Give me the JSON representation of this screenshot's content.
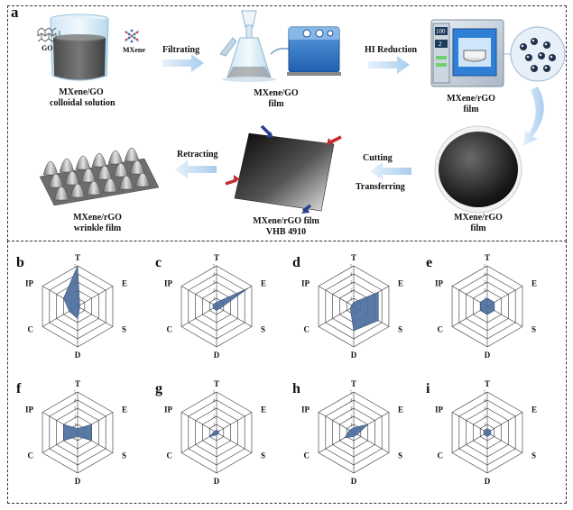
{
  "panel_a": {
    "letter": "a",
    "solution": {
      "go_label": "GO",
      "mxene_label": "MXene",
      "caption_line1": "MXene/GO",
      "caption_line2": "colloidal solution"
    },
    "step_filtrating": "Filtrating",
    "filter_film": {
      "caption_line1": "MXene/GO",
      "caption_line2": "film"
    },
    "step_hi": "HI Reduction",
    "reduced_film": {
      "caption_line1": "MXene/rGO",
      "caption_line2": "film",
      "oven_display_1": "100",
      "oven_display_2": "2"
    },
    "round_film": {
      "caption_line1": "MXene/rGO",
      "caption_line2": "film"
    },
    "step_cutting": "Cutting",
    "step_transferring": "Transferring",
    "vhb_film": {
      "caption_line1": "MXene/rGO film",
      "caption_line2": "VHB 4910"
    },
    "step_retracting": "Retracting",
    "wrinkle_film": {
      "caption_line1": "MXene/rGO",
      "caption_line2": "wrinkle film"
    }
  },
  "chart_data": {
    "type": "radar",
    "axes": [
      "T",
      "E",
      "S",
      "D",
      "C",
      "IP"
    ],
    "ticks": [
      "1",
      "2",
      "3",
      "4",
      "5"
    ],
    "range": [
      0,
      5
    ],
    "fill_color": "#4f6f9f",
    "charts": [
      {
        "letter": "b",
        "values": [
          5,
          0.3,
          0.3,
          1.5,
          1.2,
          2.0
        ]
      },
      {
        "letter": "c",
        "values": [
          0.5,
          4.5,
          0.5,
          0.5,
          0.5,
          0.5
        ]
      },
      {
        "letter": "d",
        "values": [
          0.5,
          3.5,
          3.5,
          3.0,
          0.5,
          0.3
        ]
      },
      {
        "letter": "e",
        "values": [
          1.0,
          1.0,
          1.0,
          1.0,
          1.0,
          1.0
        ]
      },
      {
        "letter": "f",
        "values": [
          0.5,
          2.0,
          2.0,
          0.5,
          2.0,
          2.0
        ]
      },
      {
        "letter": "g",
        "values": [
          0.3,
          0.3,
          0.3,
          0.3,
          1.0,
          0.3
        ]
      },
      {
        "letter": "h",
        "values": [
          0.6,
          2.0,
          0.5,
          0.5,
          1.3,
          0.6
        ]
      },
      {
        "letter": "i",
        "values": [
          0.5,
          0.5,
          0.5,
          0.5,
          0.5,
          0.5
        ]
      }
    ]
  }
}
